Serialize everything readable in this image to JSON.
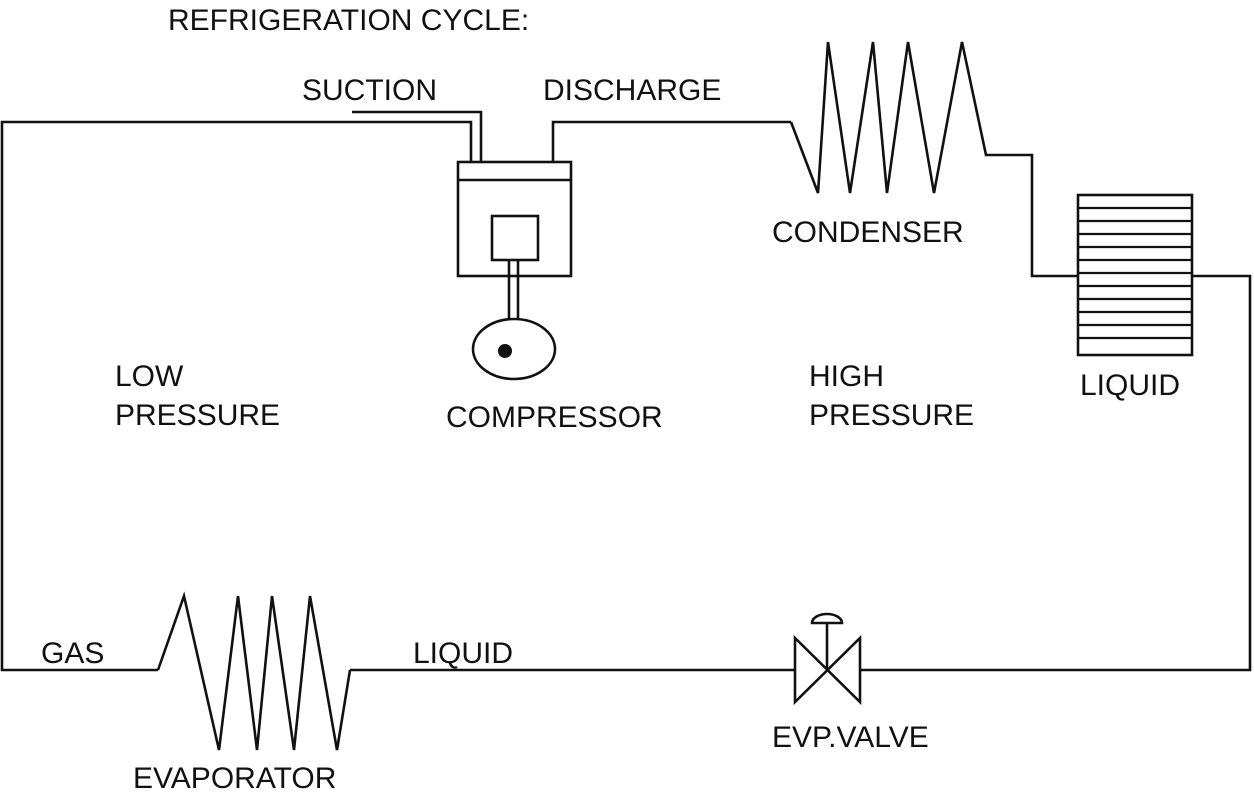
{
  "title": "REFRIGERATION CYCLE:",
  "labels": {
    "suction": "SUCTION",
    "discharge": "DISCHARGE",
    "condenser": "CONDENSER",
    "liquid_receiver": "LIQUID",
    "low_pressure_line1": "LOW",
    "low_pressure_line2": "PRESSURE",
    "compressor": "COMPRESSOR",
    "high_pressure_line1": "HIGH",
    "high_pressure_line2": "PRESSURE",
    "gas": "GAS",
    "liquid_line": "LIQUID",
    "evaporator": "EVAPORATOR",
    "expansion_valve": "EVP.VALVE"
  },
  "colors": {
    "line": "#111111",
    "background": "#ffffff"
  }
}
